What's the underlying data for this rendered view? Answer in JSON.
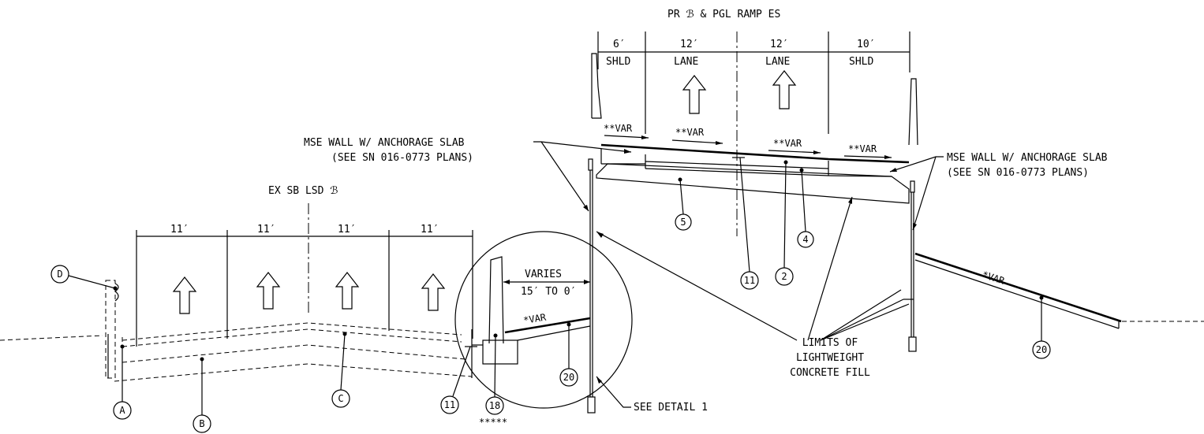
{
  "proposed": {
    "title": "PR ℬ & PGL RAMP ES",
    "lanes": [
      {
        "width": "6′",
        "type": "SHLD"
      },
      {
        "width": "12′",
        "type": "LANE"
      },
      {
        "width": "12′",
        "type": "LANE"
      },
      {
        "width": "10′",
        "type": "SHLD"
      }
    ],
    "slopes": [
      "**VAR",
      "**VAR",
      "**VAR",
      "**VAR"
    ],
    "wall_left": {
      "line1": "MSE WALL W/ ANCHORAGE SLAB",
      "line2": "(SEE SN 016-0773 PLANS)"
    },
    "wall_right": {
      "line1": "MSE WALL W/ ANCHORAGE SLAB",
      "line2": "(SEE SN 016-0773 PLANS)"
    },
    "right_slope": "*VAR",
    "fill_label": {
      "line1": "LIMITS OF",
      "line2": "LIGHTWEIGHT",
      "line3": "CONCRETE FILL"
    }
  },
  "existing": {
    "title": "EX SB LSD ℬ",
    "lanes": [
      "11′",
      "11′",
      "11′",
      "11′"
    ]
  },
  "detail": {
    "varies": "VARIES",
    "range": "15′ TO 0′",
    "slope": "*VAR",
    "see_detail": "SEE DETAIL 1",
    "stars": "*****"
  },
  "callouts": {
    "c5": "5",
    "c4": "4",
    "c11_top": "11",
    "c2": "2",
    "c20_right": "20",
    "c20_detail": "20",
    "c18": "18",
    "c11_low": "11",
    "cA": "A",
    "cB": "B",
    "cC": "C",
    "cD": "D"
  }
}
